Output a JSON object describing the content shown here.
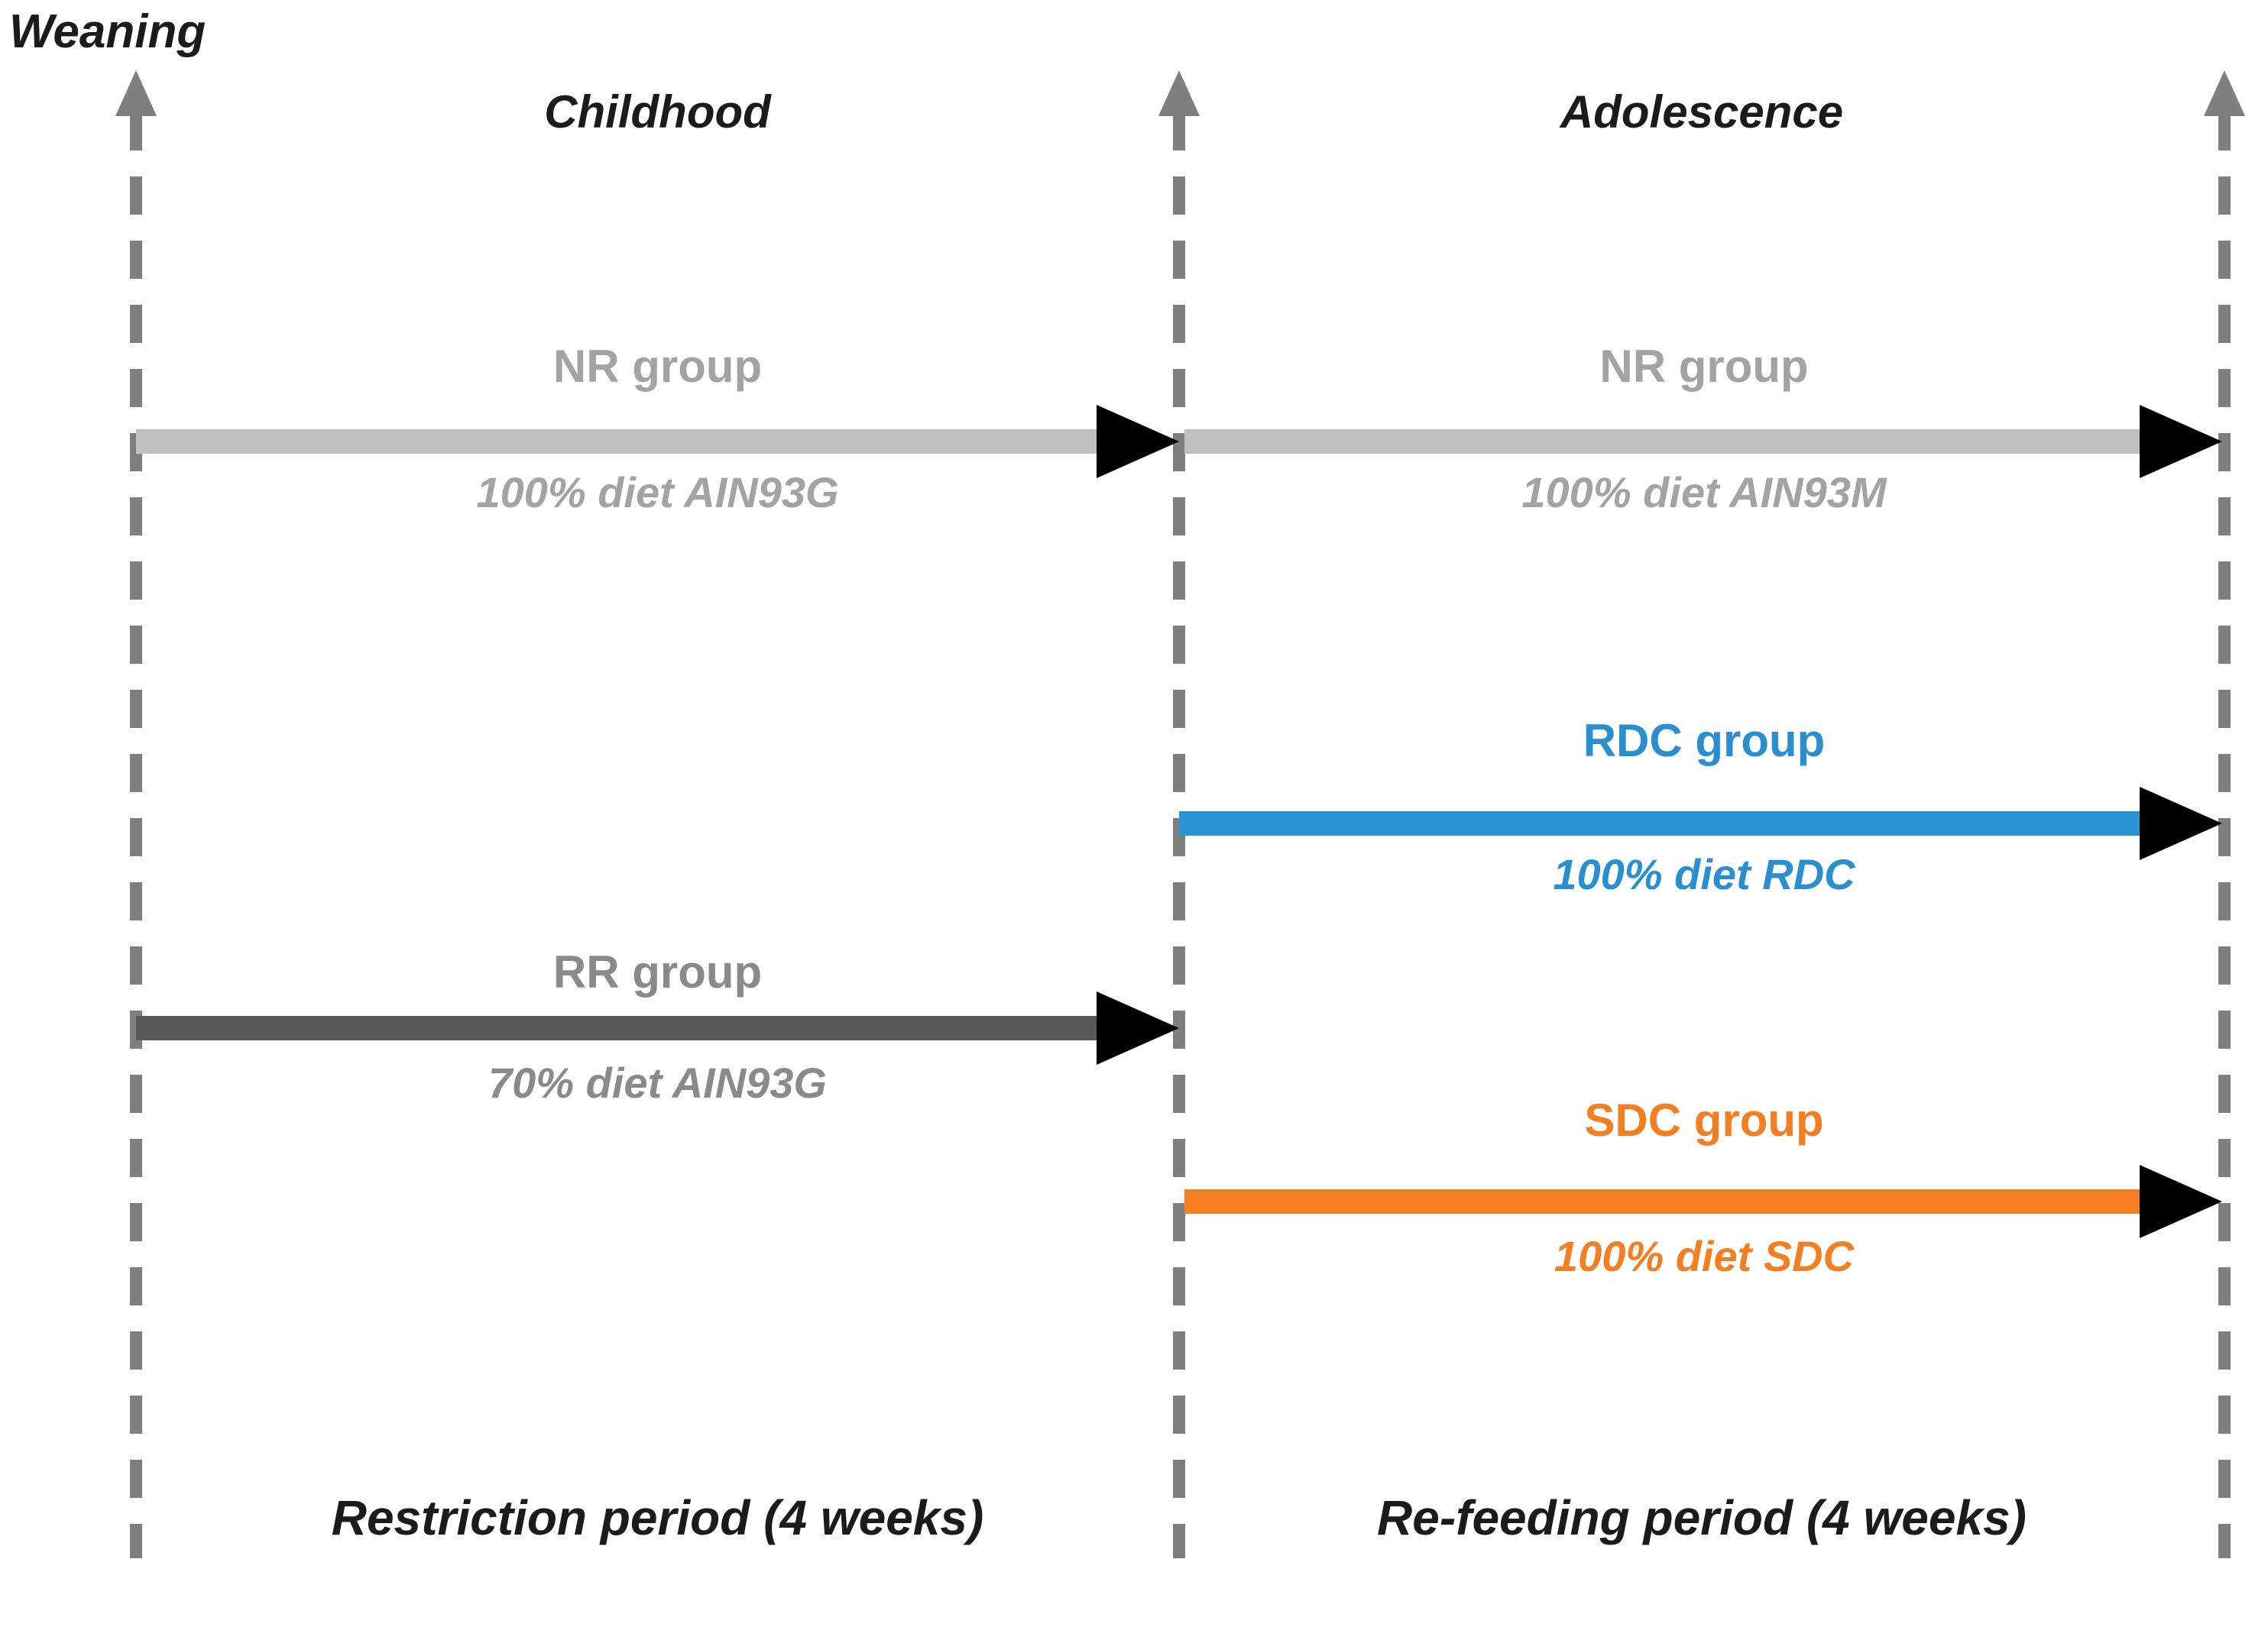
{
  "diagram": {
    "weaning_label": "Weaning",
    "timeline_color": "#7f7f7f",
    "periods": [
      {
        "label": "Childhood",
        "caption": "Restriction period (4 weeks)"
      },
      {
        "label": "Adolescence",
        "caption": "Re-feeding period (4 weeks)"
      }
    ],
    "groups": [
      {
        "id": "nr-childhood",
        "label": "NR group",
        "diet": "100% diet AIN93G",
        "period": "Childhood",
        "arrow_color": "#bfbfbf",
        "text_color": "#a3a3a3"
      },
      {
        "id": "nr-adolescence",
        "label": "NR group",
        "diet": "100% diet AIN93M",
        "period": "Adolescence",
        "arrow_color": "#bfbfbf",
        "text_color": "#a3a3a3"
      },
      {
        "id": "rdc",
        "label": "RDC group",
        "diet": "100% diet RDC",
        "period": "Adolescence",
        "arrow_color": "#2a93d5",
        "text_color": "#2a8fd0"
      },
      {
        "id": "rr",
        "label": "RR group",
        "diet": "70% diet AIN93G",
        "period": "Childhood",
        "arrow_color": "#595959",
        "text_color": "#8a8a8a"
      },
      {
        "id": "sdc",
        "label": "SDC group",
        "diet": "100% diet SDC",
        "period": "Adolescence",
        "arrow_color": "#f57e20",
        "text_color": "#f57e20"
      }
    ]
  }
}
